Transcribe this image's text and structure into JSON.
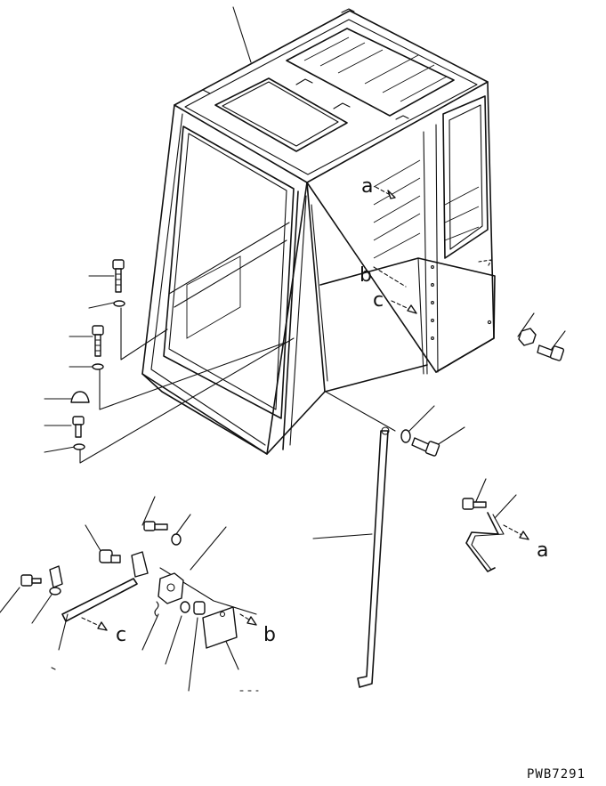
{
  "labels": {
    "a": "a",
    "b": "b",
    "c": "c"
  },
  "drawing_code": "PWB7291"
}
